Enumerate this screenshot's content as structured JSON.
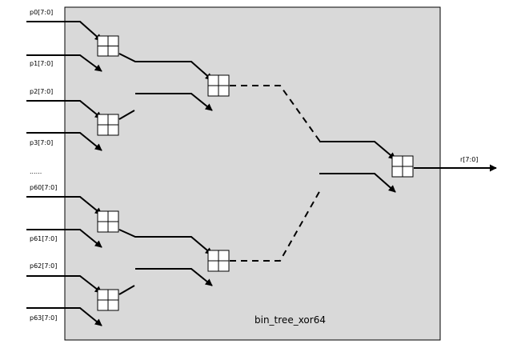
{
  "block": {
    "name": "bin_tree_xor64",
    "fill": "#d9d9d9"
  },
  "inputs": [
    "p0[7:0]",
    "p1[7:0]",
    "p2[7:0]",
    "p3[7:0]",
    "......",
    "p60[7:0]",
    "p61[7:0]",
    "p62[7:0]",
    "p63[7:0]"
  ],
  "output": "r[7:0]",
  "icons": {
    "xor_cell": "xor-gate-icon",
    "arrow": "arrowhead-icon"
  }
}
